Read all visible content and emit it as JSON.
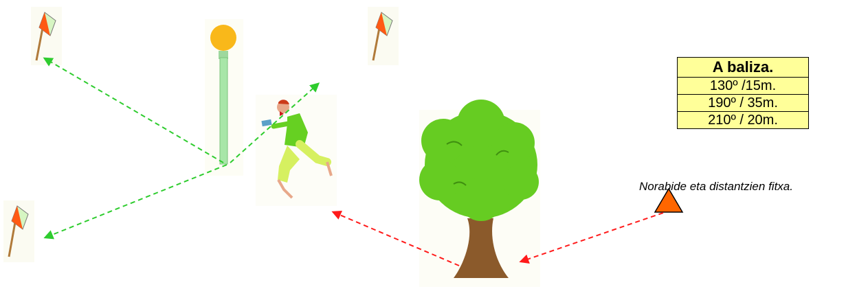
{
  "bearing_card": {
    "header": "A baliza.",
    "rows": [
      "130º /15m.",
      "190º / 35m.",
      "210º / 20m."
    ]
  },
  "caption": "Norabide eta distantzien  fitxa.",
  "colors": {
    "path_green": "#2ecc2e",
    "path_red": "#ff1a1a",
    "table_fill": "#ffff99",
    "triangle": "#ff6600",
    "tree_foliage": "#66cc22",
    "tree_trunk": "#8b5a2b",
    "lamp_bulb": "#f9b81a",
    "lamp_post": "#a8e6a8",
    "flag_orange": "#ff5a14",
    "flag_green": "#d6f5c2"
  },
  "icons": [
    "control-flag-icon",
    "lamp-post-icon",
    "runner-icon",
    "tree-icon",
    "start-triangle-icon"
  ]
}
